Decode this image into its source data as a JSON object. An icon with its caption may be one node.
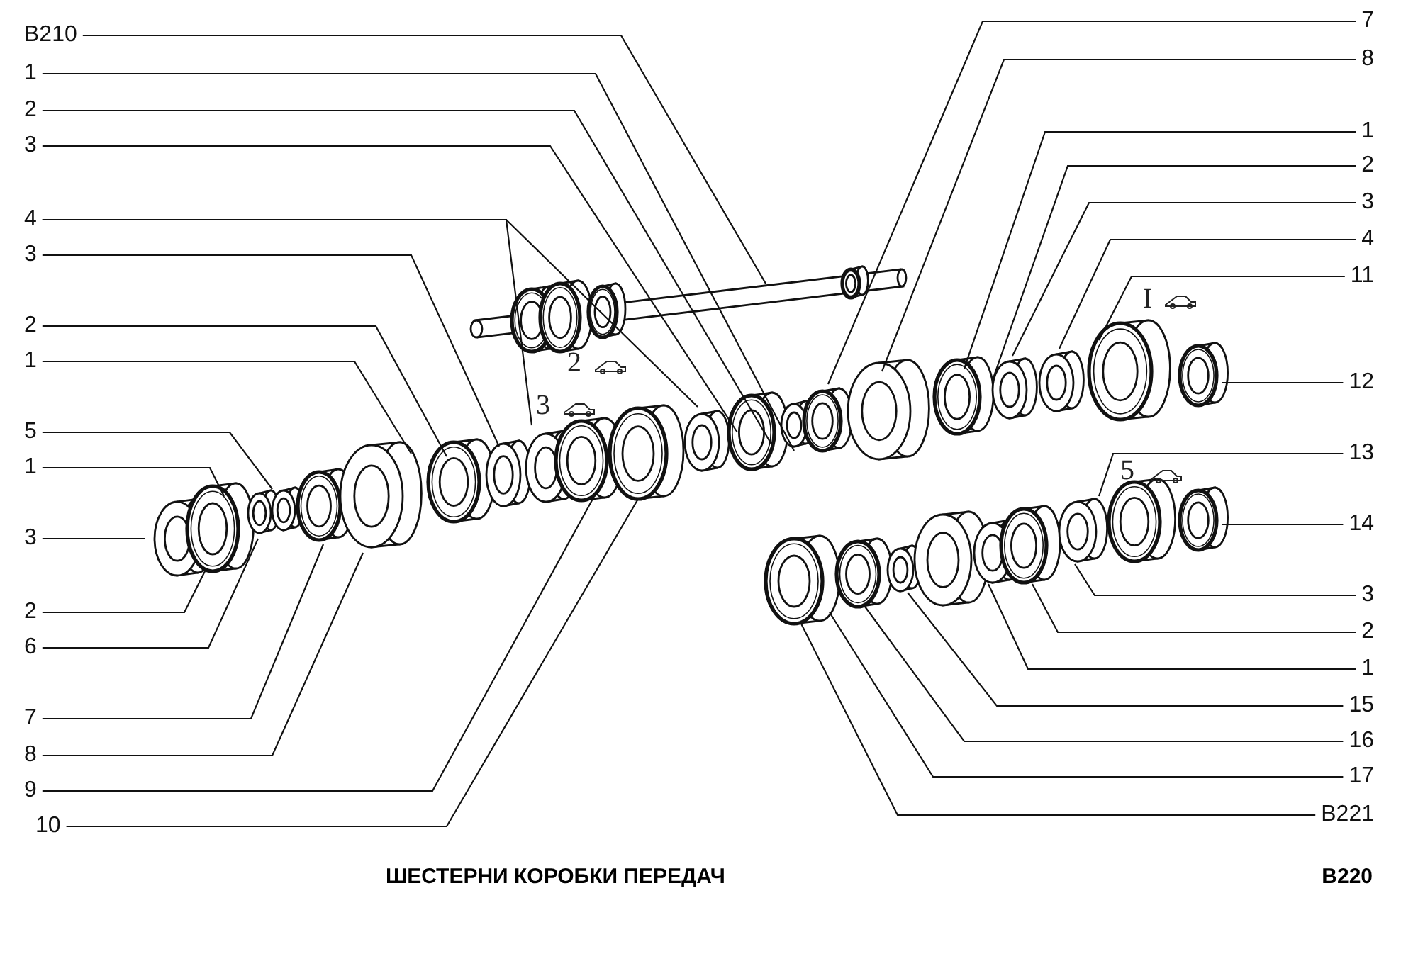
{
  "diagram": {
    "title": "ШЕСТЕРНИ КОРОБКИ ПЕРЕДАЧ",
    "nodes": [
      {
        "text": [
          "B210"
        ]
      },
      {
        "text": [
          "1"
        ]
      },
      {
        "text": [
          "2"
        ]
      },
      {
        "text": [
          "3"
        ]
      },
      {
        "text": [
          "4"
        ]
      },
      {
        "text": [
          "3"
        ]
      },
      {
        "text": [
          "2"
        ]
      },
      {
        "text": [
          "1"
        ]
      },
      {
        "text": [
          "5"
        ]
      },
      {
        "text": [
          "1"
        ]
      },
      {
        "text": [
          "3"
        ]
      },
      {
        "text": [
          "2"
        ]
      },
      {
        "text": [
          "6"
        ]
      },
      {
        "text": [
          "7"
        ]
      },
      {
        "text": [
          "8"
        ]
      },
      {
        "text": [
          "9"
        ]
      },
      {
        "text": [
          "10"
        ]
      },
      {
        "text": [
          "7"
        ]
      },
      {
        "text": [
          "8"
        ]
      },
      {
        "text": [
          "1"
        ]
      },
      {
        "text": [
          "2"
        ]
      },
      {
        "text": [
          "3"
        ]
      },
      {
        "text": [
          "4"
        ]
      },
      {
        "text": [
          "11"
        ]
      },
      {
        "text": [
          "12"
        ]
      },
      {
        "text": [
          "13"
        ]
      },
      {
        "text": [
          "14"
        ]
      },
      {
        "text": [
          "3"
        ]
      },
      {
        "text": [
          "2"
        ]
      },
      {
        "text": [
          "1"
        ]
      },
      {
        "text": [
          "15"
        ]
      },
      {
        "text": [
          "16"
        ]
      },
      {
        "text": [
          "17"
        ]
      },
      {
        "text": [
          "B221"
        ]
      }
    ],
    "edges": [
      {
        "from": 0,
        "to": null,
        "arrow": "none"
      },
      {
        "from": 1,
        "to": null,
        "arrow": "none"
      },
      {
        "from": 2,
        "to": null,
        "arrow": "none"
      },
      {
        "from": 3,
        "to": null,
        "arrow": "none"
      },
      {
        "from": 4,
        "to": null,
        "arrow": "none"
      },
      {
        "from": 4,
        "to": null,
        "arrow": "none"
      },
      {
        "from": 5,
        "to": null,
        "arrow": "none"
      },
      {
        "from": 6,
        "to": null,
        "arrow": "none"
      },
      {
        "from": 7,
        "to": null,
        "arrow": "none"
      },
      {
        "from": 8,
        "to": null,
        "arrow": "none"
      },
      {
        "from": 9,
        "to": null,
        "arrow": "none"
      },
      {
        "from": 10,
        "to": null,
        "arrow": "none"
      },
      {
        "from": 11,
        "to": null,
        "arrow": "none"
      },
      {
        "from": 12,
        "to": null,
        "arrow": "none"
      },
      {
        "from": 13,
        "to": null,
        "arrow": "none"
      },
      {
        "from": 14,
        "to": null,
        "arrow": "none"
      },
      {
        "from": 15,
        "to": null,
        "arrow": "none"
      },
      {
        "from": 16,
        "to": null,
        "arrow": "none"
      },
      {
        "from": 17,
        "to": null,
        "arrow": "none"
      },
      {
        "from": 18,
        "to": null,
        "arrow": "none"
      },
      {
        "from": 19,
        "to": null,
        "arrow": "none"
      },
      {
        "from": 20,
        "to": null,
        "arrow": "none"
      },
      {
        "from": 21,
        "to": null,
        "arrow": "none"
      },
      {
        "from": 22,
        "to": null,
        "arrow": "none"
      },
      {
        "from": 23,
        "to": null,
        "arrow": "none"
      },
      {
        "from": 24,
        "to": null,
        "arrow": "none"
      },
      {
        "from": 25,
        "to": null,
        "arrow": "none"
      },
      {
        "from": 26,
        "to": null,
        "arrow": "none"
      },
      {
        "from": 27,
        "to": null,
        "arrow": "none"
      },
      {
        "from": 28,
        "to": null,
        "arrow": "none"
      },
      {
        "from": 29,
        "to": null,
        "arrow": "none"
      },
      {
        "from": 30,
        "to": null,
        "arrow": "none"
      },
      {
        "from": 31,
        "to": null,
        "arrow": "none"
      },
      {
        "from": 32,
        "to": null,
        "arrow": "none"
      },
      {
        "from": 33,
        "to": null,
        "arrow": "none"
      }
    ],
    "labels": [
      "2",
      "3",
      "I",
      "5",
      "B220"
    ]
  }
}
